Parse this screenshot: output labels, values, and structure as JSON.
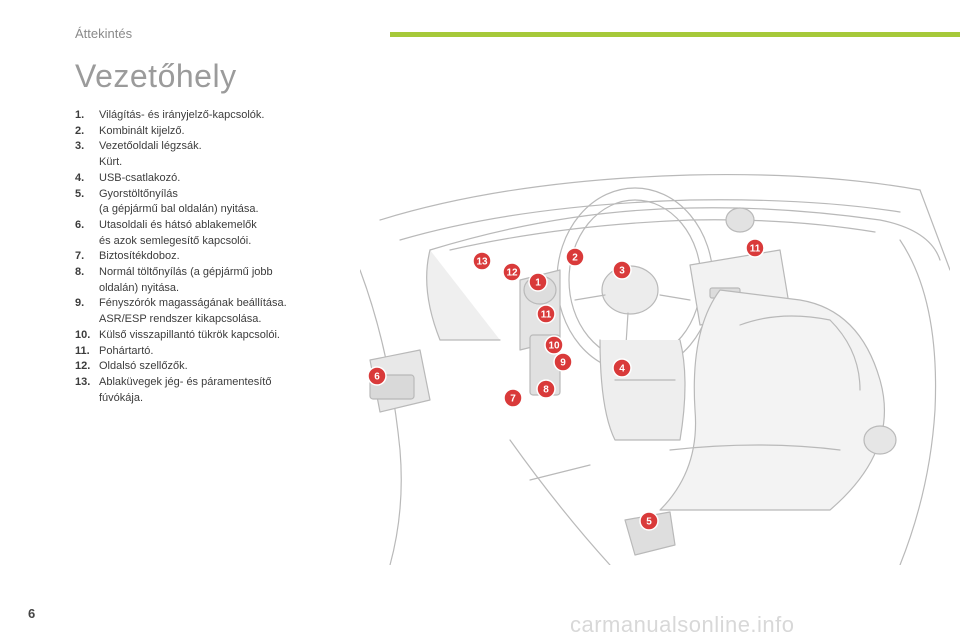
{
  "header": {
    "section": "Áttekintés"
  },
  "page": {
    "title": "Vezetőhely",
    "number": "6"
  },
  "watermark": "carmanualsonline.info",
  "legend": [
    {
      "num": "1.",
      "lines": [
        "Világítás- és irányjelző-kapcsolók."
      ]
    },
    {
      "num": "2.",
      "lines": [
        "Kombinált kijelző."
      ]
    },
    {
      "num": "3.",
      "lines": [
        "Vezetőoldali légzsák.",
        "Kürt."
      ]
    },
    {
      "num": "4.",
      "lines": [
        "USB-csatlakozó."
      ]
    },
    {
      "num": "5.",
      "lines": [
        "Gyorstöltőnyílás",
        "(a gépjármű bal oldalán) nyitása."
      ]
    },
    {
      "num": "6.",
      "lines": [
        "Utasoldali és hátsó ablakemelők",
        "és azok semlegesítő kapcsolói."
      ]
    },
    {
      "num": "7.",
      "lines": [
        "Biztosítékdoboz."
      ]
    },
    {
      "num": "8.",
      "lines": [
        "Normál töltőnyílás (a gépjármű jobb",
        "oldalán) nyitása."
      ]
    },
    {
      "num": "9.",
      "lines": [
        "Fényszórók magasságának beállítása.",
        "ASR/ESP rendszer kikapcsolása."
      ]
    },
    {
      "num": "10.",
      "lines": [
        "Külső visszapillantó tükrök kapcsolói."
      ]
    },
    {
      "num": "11.",
      "lines": [
        "Pohártartó."
      ]
    },
    {
      "num": "12.",
      "lines": [
        "Oldalsó szellőzők."
      ]
    },
    {
      "num": "13.",
      "lines": [
        "Ablaküvegek jég- és páramentesítő",
        "fúvókája."
      ]
    }
  ],
  "callouts": [
    "1",
    "2",
    "3",
    "4",
    "5",
    "6",
    "7",
    "8",
    "9",
    "10",
    "11",
    "11",
    "12",
    "13"
  ],
  "colors": {
    "accent_bar": "#a6c93a",
    "callout": "#d93a3a",
    "title": "#9b9b9b"
  }
}
